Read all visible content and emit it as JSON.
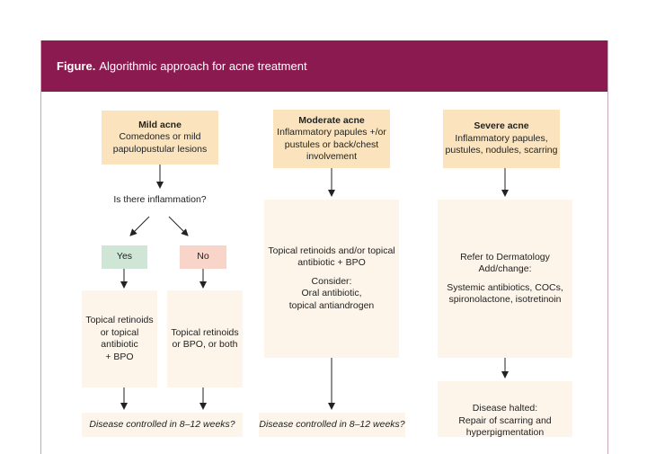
{
  "header": {
    "label": "Figure.",
    "title": "Algorithmic approach for acne treatment"
  },
  "mild": {
    "title": "Mild acne",
    "desc_line1": "Comedones or mild",
    "desc_line2": "papulopustular lesions"
  },
  "moderate": {
    "title": "Moderate acne",
    "desc_line1": "Inflammatory papules +/or",
    "desc_line2": "pustules or back/chest",
    "desc_line3": "involvement"
  },
  "severe": {
    "title": "Severe acne",
    "desc_line1": "Inflammatory papules,",
    "desc_line2": "pustules, nodules, scarring"
  },
  "question": "Is there inflammation?",
  "yes_label": "Yes",
  "no_label": "No",
  "mild_yes_tx": {
    "line1": "Topical retinoids",
    "line2": "or topical antibiotic",
    "line3": "+ BPO"
  },
  "mild_no_tx": {
    "line1": "Topical retinoids",
    "line2": "or BPO, or both"
  },
  "moderate_tx": {
    "line1": "Topical retinoids and/or topical",
    "line2": "antibiotic + BPO",
    "consider": "Consider:",
    "line3": "Oral antibiotic,",
    "line4": "topical antiandrogen"
  },
  "severe_tx": {
    "line1": "Refer to Dermatology",
    "line2": "Add/change:",
    "line3": "Systemic antibiotics, COCs,",
    "line4": "spironolactone, isotretinoin"
  },
  "disease_controlled": "Disease controlled in 8–12 weeks?",
  "disease_halted": {
    "title": "Disease halted:",
    "line1": "Repair of scarring and",
    "line2": "hyperpigmentation"
  },
  "colors": {
    "header": "#8a1a4f",
    "tan": "#fbe4bd",
    "cream": "#fdf5ea",
    "yes": "#cfe6d6",
    "no": "#f8d4c9"
  }
}
